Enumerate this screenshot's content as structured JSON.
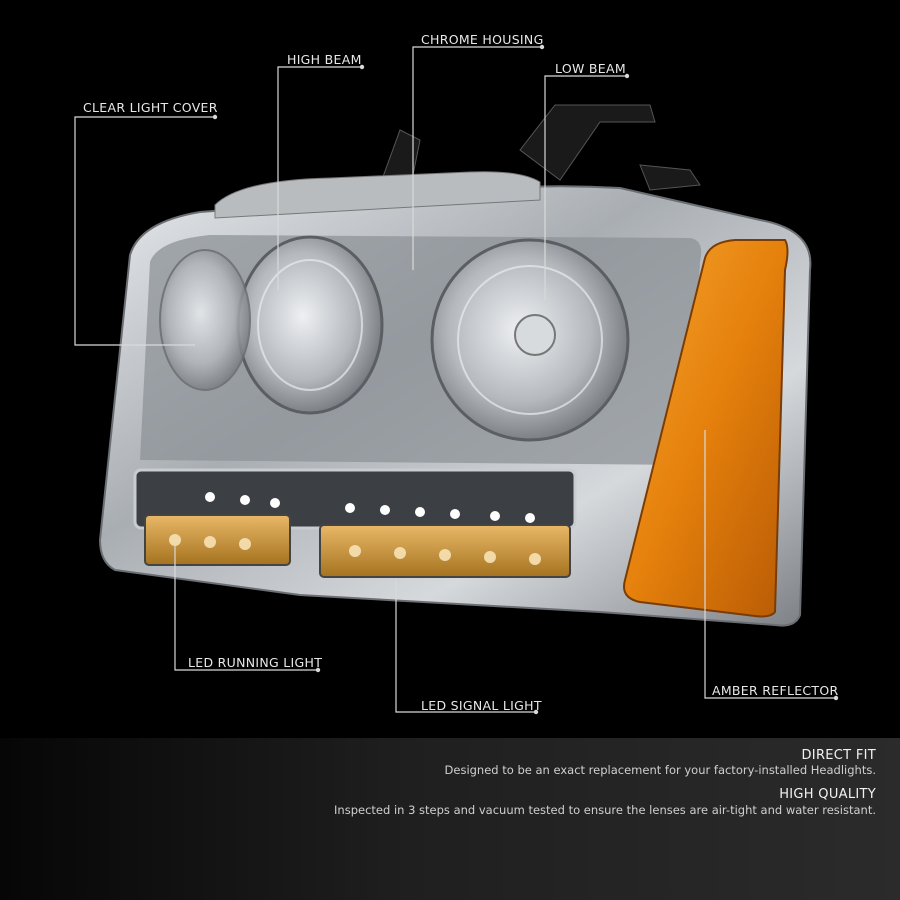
{
  "callouts": {
    "clear_light_cover": "CLEAR LIGHT COVER",
    "high_beam": "HIGH BEAM",
    "chrome_housing": "CHROME HOUSING",
    "low_beam": "LOW BEAM",
    "led_running_light": "LED RUNNING LIGHT",
    "led_signal_light": "LED SIGNAL LIGHT",
    "amber_reflector": "AMBER REFLECTOR"
  },
  "features": [
    {
      "title": "DIRECT FIT",
      "description": "Designed to be an exact replacement for your factory-installed Headlights."
    },
    {
      "title": "HIGH QUALITY",
      "description": "Inspected in 3 steps and vacuum tested to ensure the lenses are air-tight and water resistant."
    }
  ],
  "colors": {
    "background": "#000000",
    "callout_line": "#d9d9d9",
    "amber": "#e8870f",
    "chrome": "#c9cdd1"
  }
}
